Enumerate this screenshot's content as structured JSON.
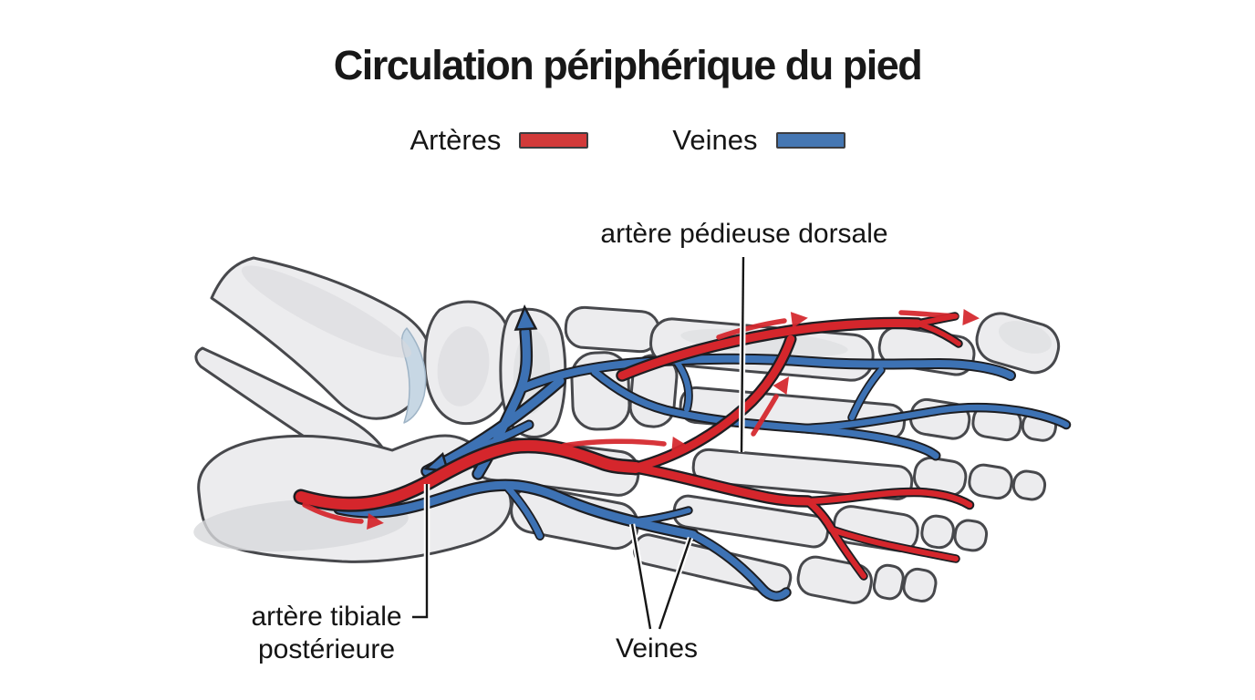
{
  "title": "Circulation périphérique du pied",
  "legend": {
    "arteries_label": "Artères",
    "veins_label": "Veines",
    "artery_color": "#d5262c",
    "vein_color": "#3d72b4"
  },
  "annotations": {
    "dorsal_artery": "artère pédieuse dorsale",
    "posterior_tibial_line1": "artère tibiale",
    "posterior_tibial_line2": "postérieure",
    "veins": "Veines"
  },
  "figure": {
    "bone_fill": "#ececee",
    "bone_outline": "#47484c",
    "cartilage_color": "#c7d7e4",
    "flow_arrow_red": "#d5262c",
    "flow_arrow_blue": "#3d72b4"
  }
}
